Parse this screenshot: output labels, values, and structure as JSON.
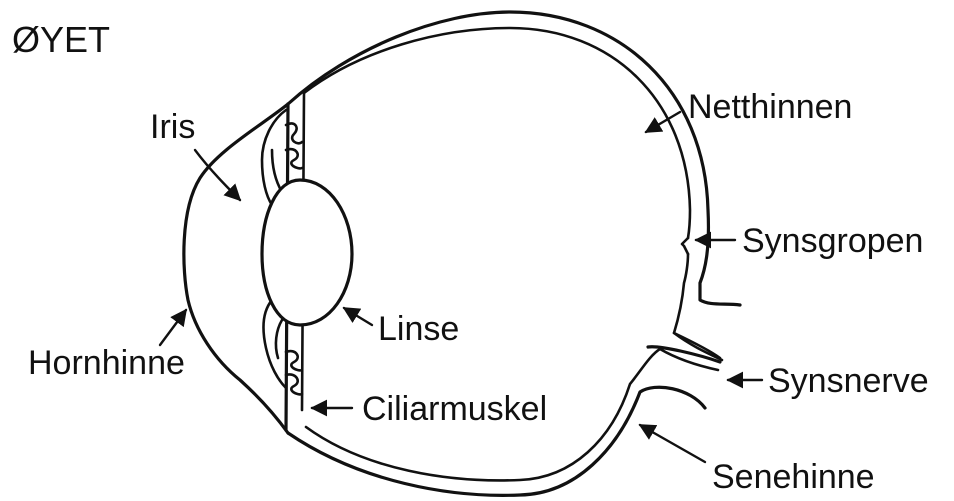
{
  "diagram": {
    "title": "ØYET",
    "labels": {
      "iris": "Iris",
      "netthinnen": "Netthinnen",
      "synsgropen": "Synsgropen",
      "linse": "Linse",
      "hornhinne": "Hornhinne",
      "synsnerve": "Synsnerve",
      "ciliarmuskel": "Ciliarmuskel",
      "senehinne": "Senehinne"
    }
  }
}
